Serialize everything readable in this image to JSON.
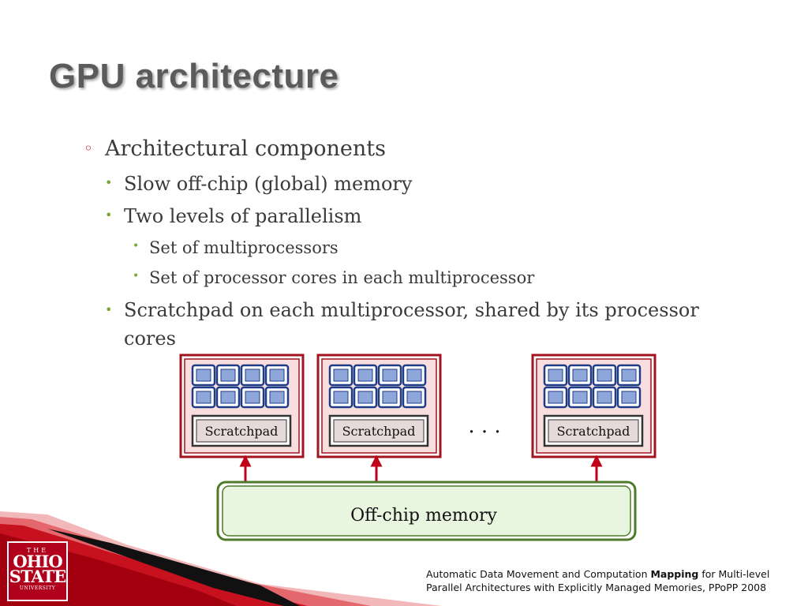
{
  "slide": {
    "title": "GPU architecture",
    "bullets": {
      "l1_0": "Architectural components",
      "l2_0": "Slow off-chip (global) memory",
      "l2_1": "Two levels of parallelism",
      "l3_0": "Set of multiprocessors",
      "l3_1": "Set of processor cores in each multiprocessor",
      "l2_2": "Scratchpad on each multiprocessor, shared by its processor cores"
    },
    "diagram": {
      "scratchpad_label": "Scratchpad",
      "ellipsis": ". . .",
      "memory_label": "Off-chip memory"
    },
    "footer": {
      "line1_pre": "Automatic Data Movement and Computation ",
      "line1_bold": "Mapping",
      "line1_post": " for Multi-level",
      "line2": "Parallel Architectures with Explicitly Managed Memories, PPoPP 2008"
    },
    "logo": {
      "the": "THE",
      "ohio": "OHIO",
      "state": "STATE",
      "university": "UNIVERSITY"
    },
    "colors": {
      "accent_red": "#b1001c",
      "bullet_green": "#7aa637",
      "core_blue": "#1f3d87",
      "core_fill": "#8ea6d9",
      "sm_fill": "#f8dede",
      "memory_fill": "#e8f6df",
      "memory_border": "#4e7a2a"
    }
  }
}
